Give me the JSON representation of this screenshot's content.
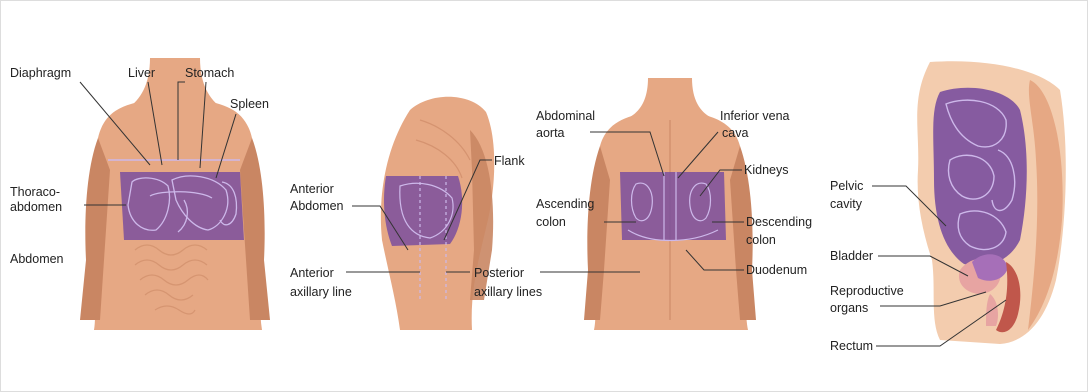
{
  "colors": {
    "skin_light": "#f3ccae",
    "skin": "#e6a884",
    "skin_dark": "#c98663",
    "region": "#7a4f9e",
    "region_edge": "#cdb8ea",
    "organ_red": "#c0574b",
    "organ_pink": "#e7a4a2",
    "uterus": "#a66fb8",
    "leader": "#333333"
  },
  "panels": {
    "front": {
      "labels": {
        "diaphragm": "Diaphragm",
        "liver": "Liver",
        "stomach": "Stomach",
        "spleen": "Spleen",
        "thoraco_1": "Thoraco-",
        "thoraco_2": "abdomen",
        "abdomen": "Abdomen"
      }
    },
    "side": {
      "labels": {
        "flank": "Flank",
        "anterior_abdomen_1": "Anterior",
        "anterior_abdomen_2": "Abdomen",
        "anterior_axillary_1": "Anterior",
        "anterior_axillary_2": "axillary line",
        "posterior_axillary_1": "Posterior",
        "posterior_axillary_2": "axillary lines"
      }
    },
    "back": {
      "labels": {
        "abdominal_aorta_1": "Abdominal",
        "abdominal_aorta_2": "aorta",
        "ivc_1": "Inferior vena",
        "ivc_2": "cava",
        "kidneys": "Kidneys",
        "ascending_colon_1": "Ascending",
        "ascending_colon_2": "colon",
        "descending_colon_1": "Descending",
        "descending_colon_2": "colon",
        "duodenum": "Duodenum"
      }
    },
    "pelvis": {
      "labels": {
        "pelvic_cavity_1": "Pelvic",
        "pelvic_cavity_2": "cavity",
        "bladder": "Bladder",
        "reproductive_1": "Reproductive",
        "reproductive_2": "organs",
        "rectum": "Rectum"
      }
    }
  }
}
